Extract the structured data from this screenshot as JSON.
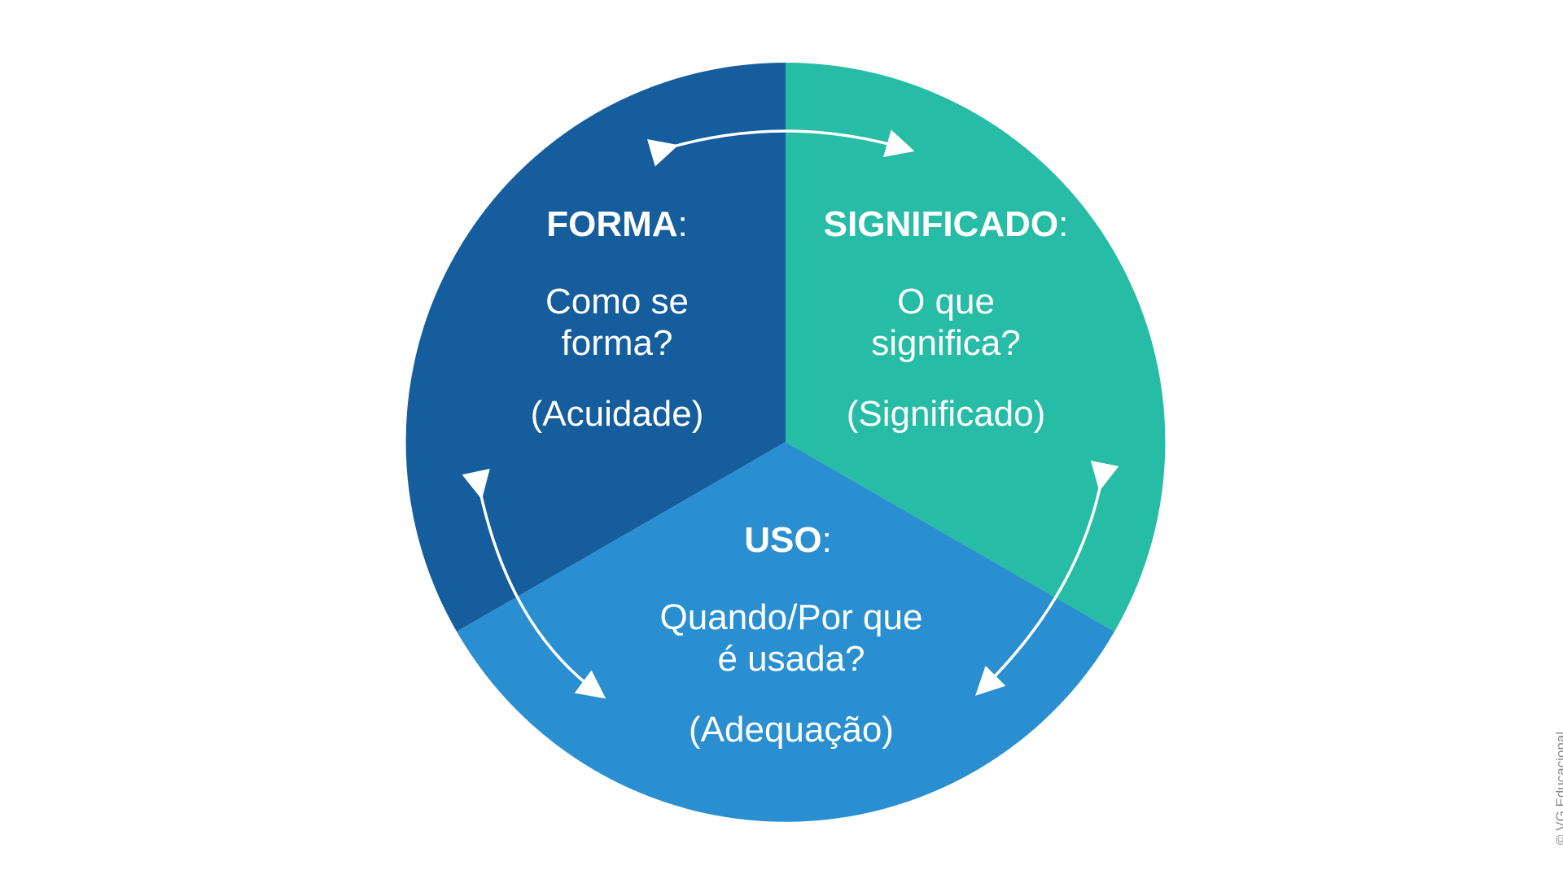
{
  "colors": {
    "forma": "#155d9c",
    "significado": "#27bca5",
    "uso": "#2a8fd0",
    "text": "#ffffff",
    "arrows": "#ffffff",
    "credit": "#8a8a8a"
  },
  "segments": [
    {
      "id": "forma",
      "heading": "FORMA",
      "colon": ":",
      "question": [
        "Como se",
        "forma?"
      ],
      "subtitle": "(Acuidade)"
    },
    {
      "id": "significado",
      "heading": "SIGNIFICADO",
      "colon": ":",
      "question": [
        "O que",
        "significa?"
      ],
      "subtitle": "(Significado)"
    },
    {
      "id": "uso",
      "heading": "USO",
      "colon": ":",
      "question": [
        "Quando/Por que",
        "é usada?"
      ],
      "subtitle": "(Adequação)"
    }
  ],
  "arrows": [
    "double-arrow-top",
    "double-arrow-left",
    "double-arrow-right"
  ],
  "credit": "© VG Educacional"
}
